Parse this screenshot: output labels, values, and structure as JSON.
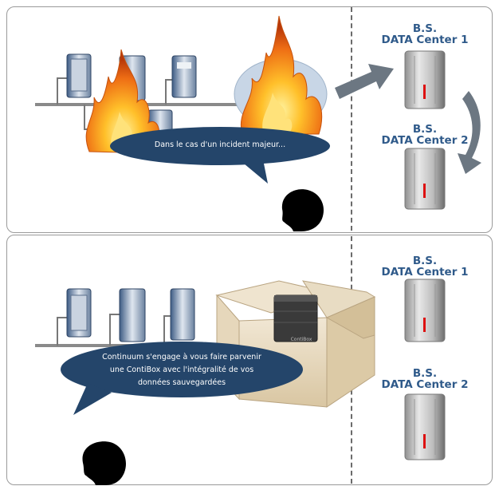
{
  "top_panel": {
    "bubble_text": "Dans le cas d'un incident majeur...",
    "data_centers": [
      {
        "line1": "B.S.",
        "line2": "DATA Center 1"
      },
      {
        "line1": "B.S.",
        "line2": "DATA Center 2"
      }
    ]
  },
  "bottom_panel": {
    "bubble_lines": [
      "Continuum s'engage à vous faire parvenir",
      "une ContiBox avec l'intégralité de vos",
      "données sauvegardées"
    ],
    "box_server_label": "ContiBox",
    "data_centers": [
      {
        "line1": "B.S.",
        "line2": "DATA Center 1"
      },
      {
        "line1": "B.S.",
        "line2": "DATA Center 2"
      }
    ]
  },
  "colors": {
    "bubble": "#24456a",
    "label": "#2f5a8a",
    "arrow": "#6c7782",
    "flame_outer": "#e8701c",
    "flame_inner": "#ffd24a"
  }
}
